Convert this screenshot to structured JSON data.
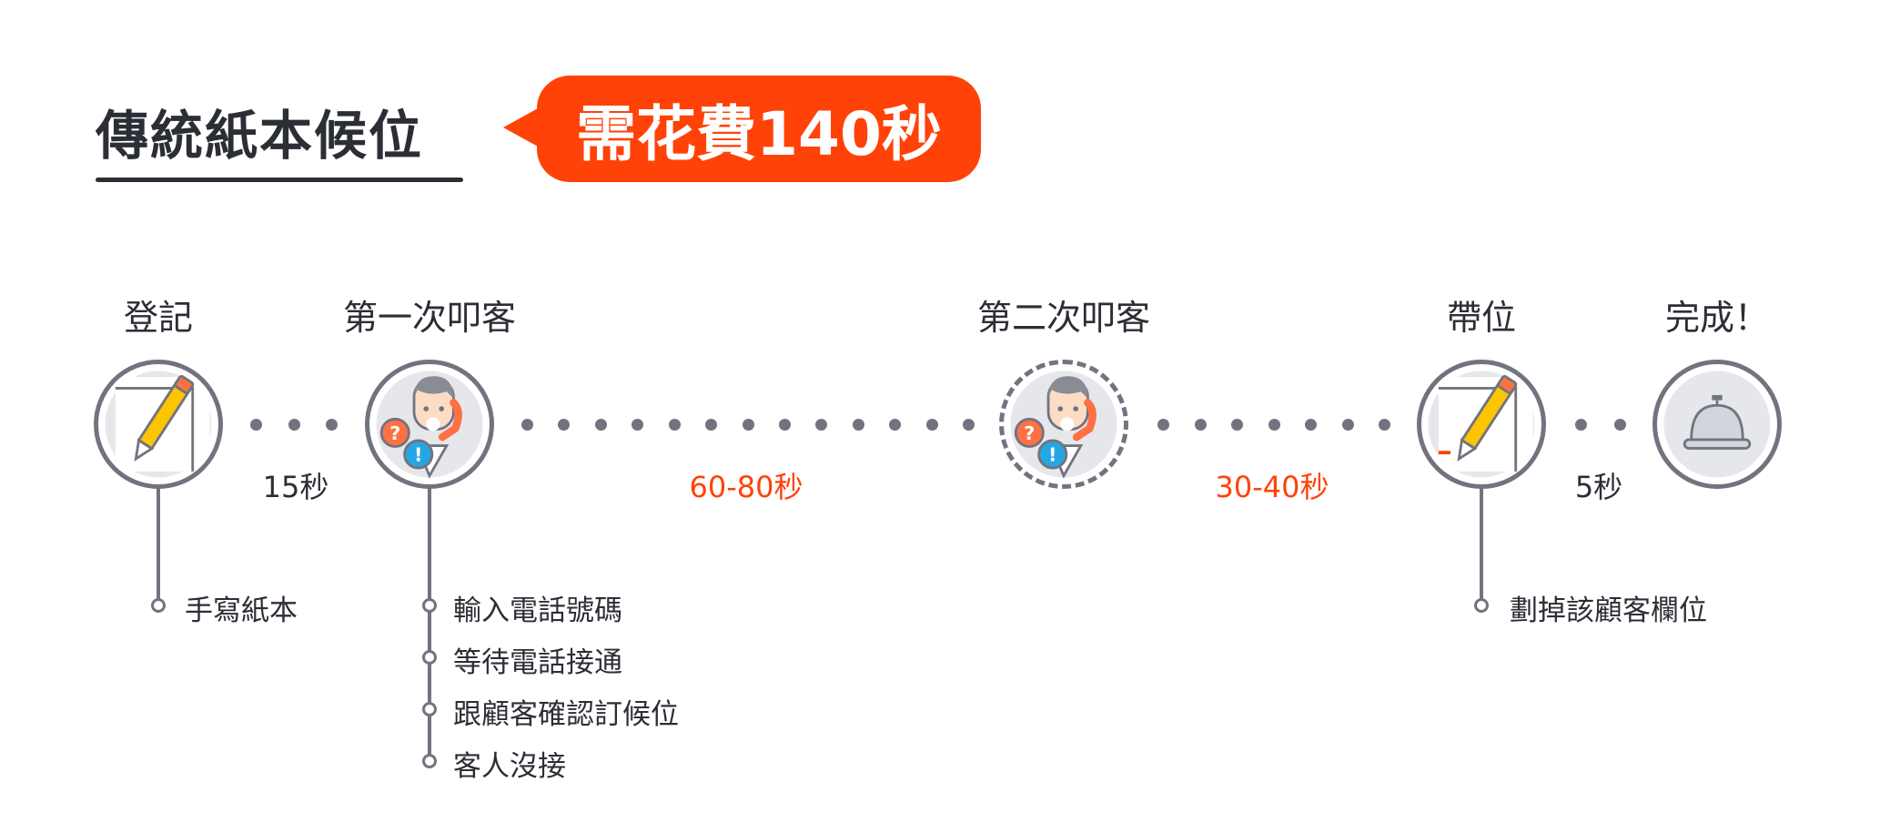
{
  "header": {
    "title": "傳統紙本候位",
    "badge": "需花費140秒"
  },
  "colors": {
    "accent": "#ff4208",
    "text": "#2b2e35",
    "line": "#71747f"
  },
  "steps": [
    {
      "label": "登記",
      "icon": "pencil-paper-icon",
      "items": [
        "手寫紙本"
      ]
    },
    {
      "label": "第一次叩客",
      "icon": "phone-call-person-icon",
      "items": [
        "輸入電話號碼",
        "等待電話接通",
        "跟顧客確認訂候位",
        "客人沒接"
      ]
    },
    {
      "label": "第二次叩客",
      "icon": "phone-call-person-icon",
      "items": []
    },
    {
      "label": "帶位",
      "icon": "pencil-paper-icon",
      "items": [
        "劃掉該顧客欄位"
      ]
    },
    {
      "label": "完成！",
      "icon": "service-bell-icon",
      "items": []
    }
  ],
  "durations": [
    "15秒",
    "60-80秒",
    "30-40秒",
    "5秒"
  ]
}
